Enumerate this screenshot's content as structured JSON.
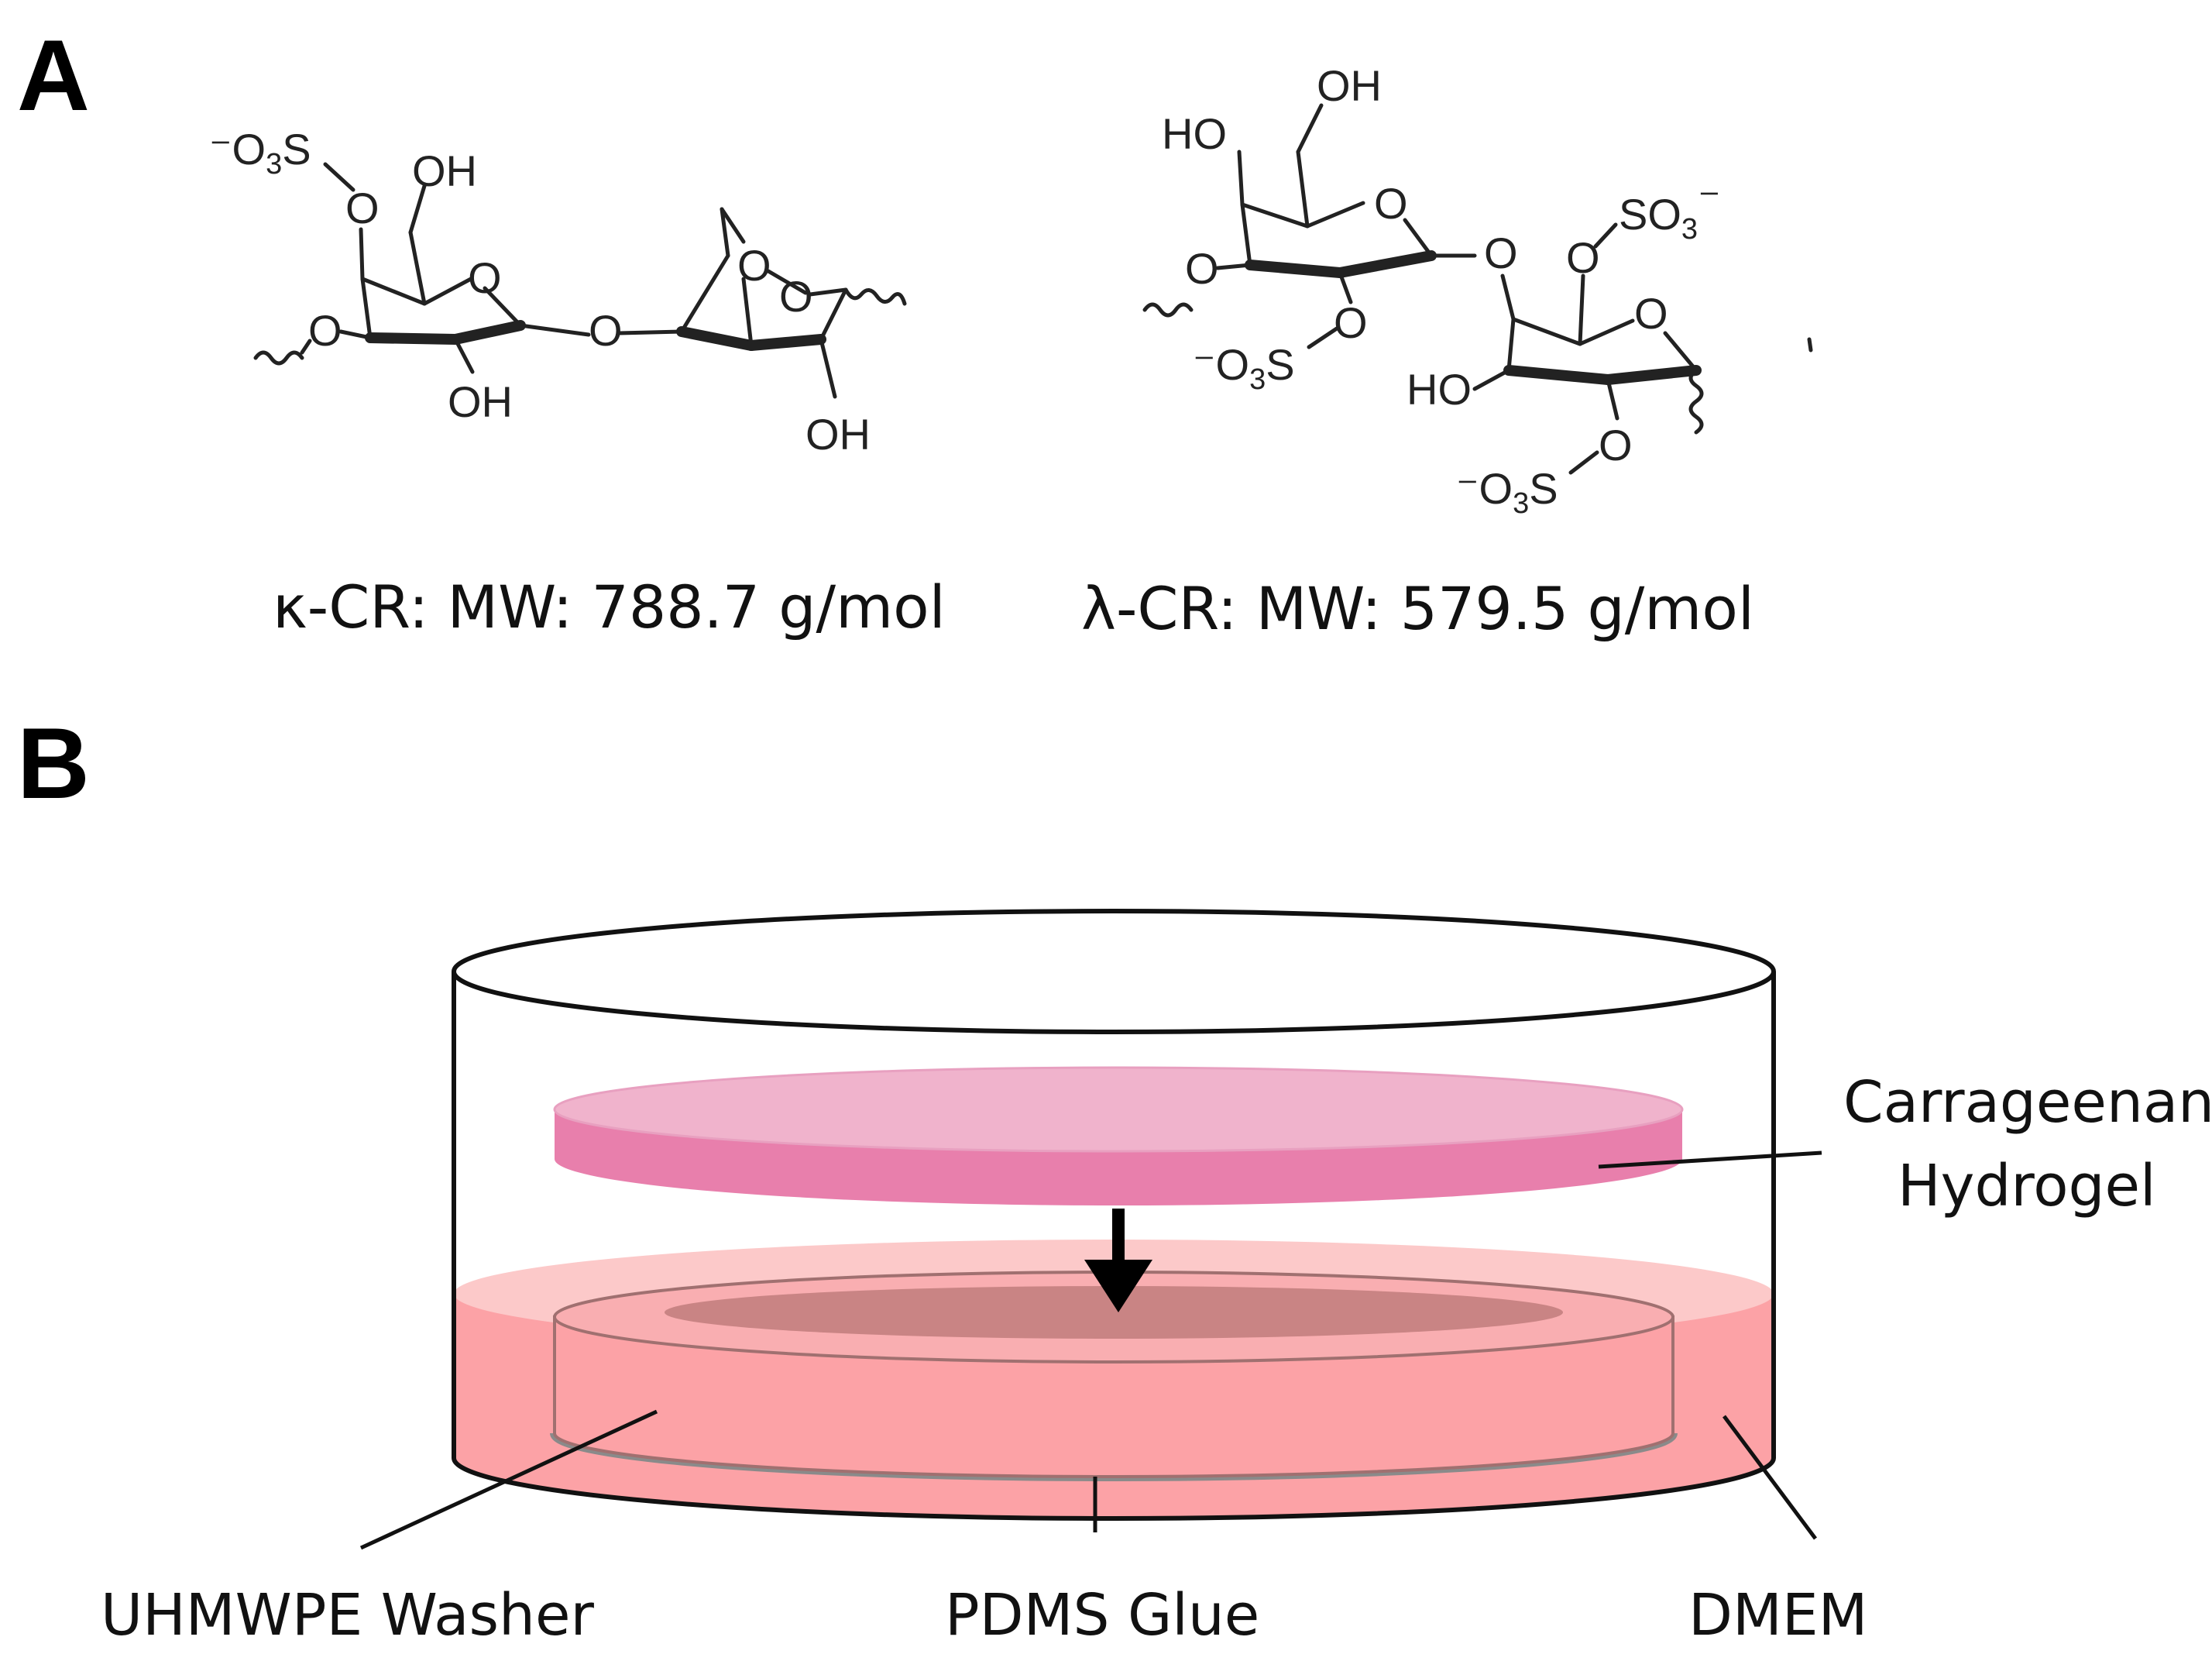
{
  "panels": {
    "a": {
      "letter": "A"
    },
    "b": {
      "letter": "B"
    }
  },
  "structures": {
    "kappa": {
      "mw_label": "κ-CR: MW: 788.7 g/mol",
      "atoms": {
        "o3s_prefix": "⁻O",
        "o3s_sub": "3",
        "o3s_s": "S",
        "oh_top": "OH",
        "oh_bottom": "OH",
        "oh_right": "OH",
        "o": "O"
      }
    },
    "lambda": {
      "mw_label": "λ-CR: MW: 579.5 g/mol",
      "atoms": {
        "ho_top": "HO",
        "oh_top": "OH",
        "so3": "SO",
        "so3_sub": "3",
        "so3_charge": "⁻",
        "o3s_mid_prefix": "⁻O",
        "o3s_mid_sub": "3",
        "o3s_mid_s": "S",
        "ho_mid": "HO",
        "o3s_bot_prefix": "⁻O",
        "o3s_bot_sub": "3",
        "o3s_bot_s": "S",
        "o": "O"
      }
    }
  },
  "setup": {
    "labels": {
      "hydrogel_line1": "Carrageenan",
      "hydrogel_line2": "Hydrogel",
      "washer": "UHMWPE Washer",
      "glue": "PDMS Glue",
      "medium": "DMEM"
    },
    "colors": {
      "hydrogel_top": "#f0b3cc",
      "hydrogel_side": "#e87fac",
      "dmem_top": "#fcc9c9",
      "dmem_body": "#fca2a6",
      "washer_inner": "#c98484",
      "glue": "#8a8a8a"
    }
  }
}
